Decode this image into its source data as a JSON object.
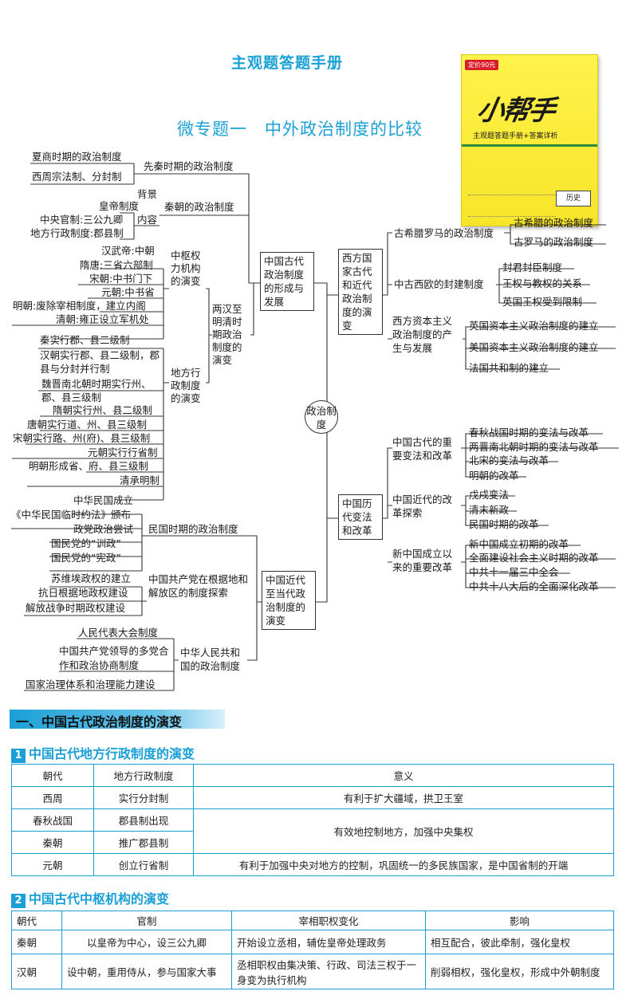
{
  "header": {
    "page_title": "主观题答题手册",
    "topic_title": "微专题一　中外政治制度的比较"
  },
  "book_cover": {
    "price_tag": "定价90元",
    "brand": "小帮手",
    "subtitle": "主观题答题手册+答案详析",
    "subject": "历史"
  },
  "mindmap": {
    "center": "政治制度",
    "nodes": {
      "china_ancient": "中国古代政治制度的形成与发展",
      "xiashang": "夏商时期的政治制度",
      "xizhou": "西周宗法制、分封制",
      "xianqin": "先秦时期的政治制度",
      "beijing": "背景",
      "huangdi": "皇帝制度",
      "sangong": "中央官制:三公九卿",
      "junxian": "地方行政制度:郡县制",
      "neirong": "内容",
      "qin": "秦朝的政治制度",
      "hanwu": "汉武帝:中朝",
      "suitang": "隋唐:三省六部制",
      "song_c": "宋朝:中书门下",
      "yuan_c": "元朝:中书省",
      "ming_c": "明朝:废除宰相制度，建立内阁",
      "qing_c": "清朝:雍正设立军机处",
      "zhongshu": "中枢权力机构的演变",
      "lianghan": "两汉至明清时期政治制度的演变",
      "qin_l": "秦实行郡、县二级制",
      "han_l": "汉朝实行郡、县二级制，郡县与分封并行制",
      "wjnb_l": "魏晋南北朝时期实行州、郡、县三级制",
      "sui_l": "隋朝实行州、县二级制",
      "tang_l": "唐朝实行道、州、县三级制",
      "song_l": "宋朝实行路、州(府)、县三级制",
      "yuan_l": "元朝实行行省制",
      "ming_l": "明朝形成省、府、县三级制",
      "qing_l": "清承明制",
      "difang": "地方行政制度的演变",
      "zhmg": "中华民国成立",
      "linshi": "《中华民国临时约法》颁布",
      "zhengdang": "政党政治尝试",
      "xunzheng": "国民党的“训政”",
      "xianzheng": "国民党的“宪政”",
      "minguo": "民国时期的政治制度",
      "suwei": "苏维埃政权的建立",
      "kangri": "抗日根据地政权建设",
      "jiefang": "解放战争时期政权建设",
      "gcd": "中国共产党在根据地和解放区的制度探索",
      "renda": "人民代表大会制度",
      "duodang": "中国共产党领导的多党合作和政治协商制度",
      "zhili": "国家治理体系和治理能力建设",
      "prc": "中华人民共和国的政治制度",
      "china_modern": "中国近代至当代政治制度的演变",
      "west": "西方国家古代和近代政治制度的演变",
      "gxlm": "古希腊罗马的政治制度",
      "gxl": "古希腊的政治制度",
      "glm": "古罗马的政治制度",
      "zgxo": "中古西欧的封建制度",
      "fengjun": "封君封臣制度",
      "wangquan": "王权与教权的关系",
      "yingguo": "英国王权受到限制",
      "zbzy": "西方资本主义政治制度的产生与发展",
      "ying_z": "英国资本主义政治制度的建立",
      "mei_z": "美国资本主义政治制度的建立",
      "fa_z": "法国共和制的建立",
      "lishi": "中国历代变法和改革",
      "gudai_bg": "中国古代的重要变法和改革",
      "chunqiu": "春秋战国时期的变法与改革",
      "liangjin": "两晋南北朝时期的变法与改革",
      "beisong": "北宋的变法与改革",
      "mingchao": "明朝的改革",
      "jindai_bg": "中国近代的改革探索",
      "wuxu": "戊戌变法",
      "qingmo": "清末新政",
      "mgsq": "民国时期的改革",
      "xzg_bg": "新中国成立以来的重要改革",
      "xzg1": "新中国成立初期的改革",
      "xzg2": "全面建设社会主义时期的改革",
      "xzg3": "中共十一届三中全会",
      "xzg4": "中共十八大后的全面深化改革"
    }
  },
  "section": {
    "title": "一、中国古代政治制度的演变",
    "sub1": {
      "num": "1",
      "title": "中国古代地方行政制度的演变"
    },
    "sub2": {
      "num": "2",
      "title": "中国古代中枢机构的演变"
    }
  },
  "table1": {
    "headers": [
      "朝代",
      "地方行政制度",
      "意义"
    ],
    "rows": [
      [
        "西周",
        "实行分封制",
        "有利于扩大疆域，拱卫王室"
      ],
      [
        "春秋战国",
        "郡县制出现",
        "有效地控制地方，加强中央集权"
      ],
      [
        "秦朝",
        "推广郡县制",
        ""
      ],
      [
        "元朝",
        "创立行省制",
        "有利于加强中央对地方的控制，巩固统一的多民族国家，是中国省制的开端"
      ]
    ]
  },
  "table2": {
    "headers": [
      "朝代",
      "官制",
      "宰相职权变化",
      "影响"
    ],
    "rows": [
      [
        "秦朝",
        "以皇帝为中心，设三公九卿",
        "开始设立丞相，辅佐皇帝处理政务",
        "相互配合，彼此牵制，强化皇权"
      ],
      [
        "汉朝",
        "设中朝，重用侍从，参与国家大事",
        "丞相职权由集决策、行政、司法三权于一身变为执行机构",
        "削弱相权，强化皇权，形成中外朝制度"
      ]
    ]
  }
}
